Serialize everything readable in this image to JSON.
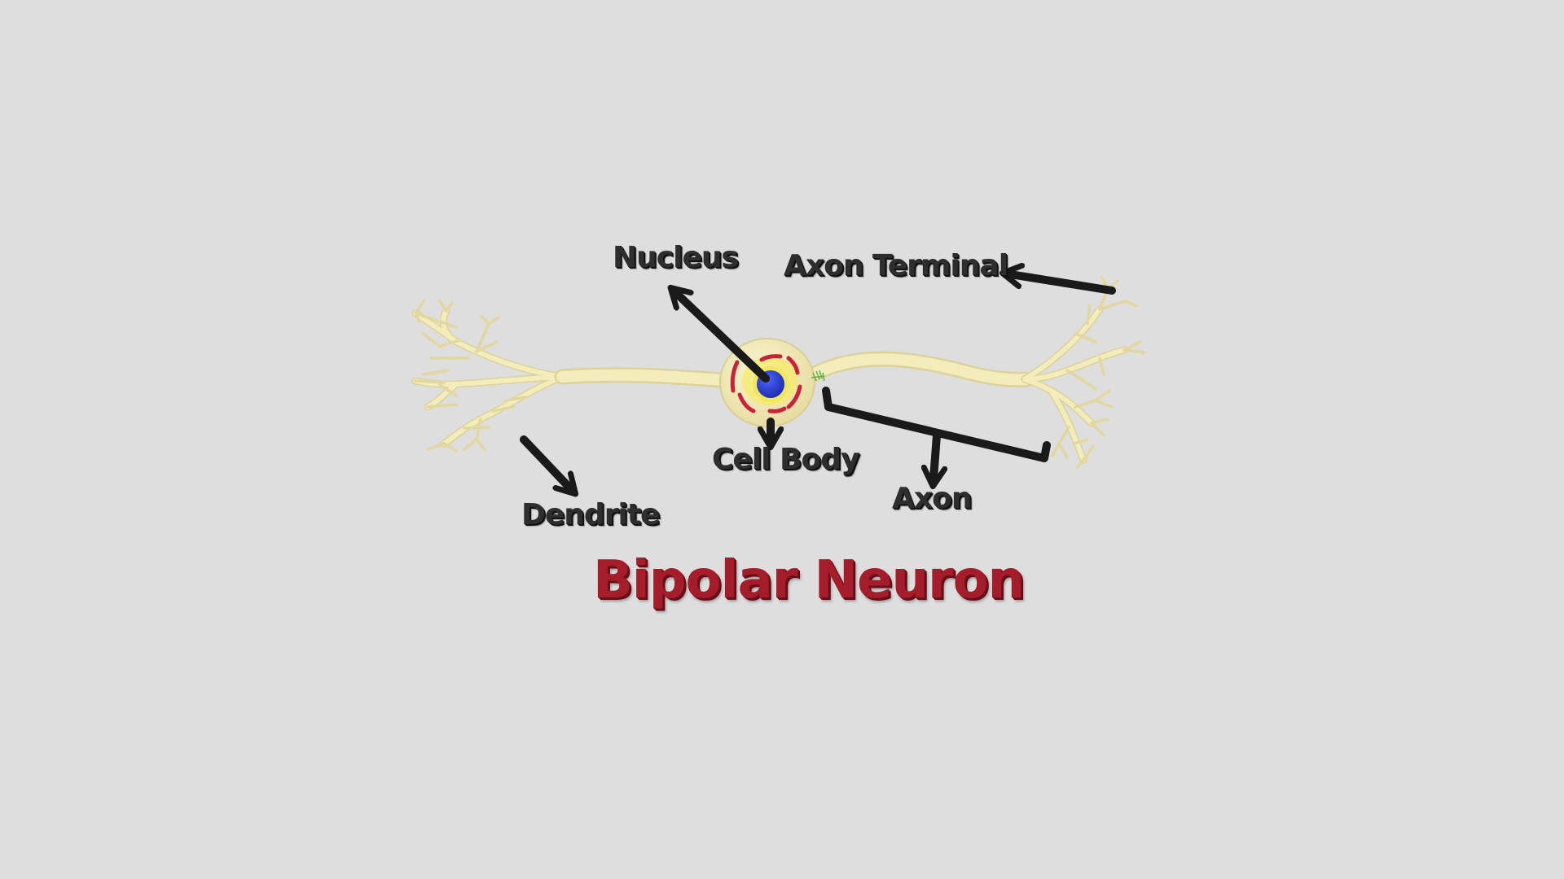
{
  "diagram": {
    "title": "Bipolar Neuron",
    "labels": {
      "nucleus": "Nucleus",
      "axon_terminal": "Axon Terminal",
      "cell_body": "Cell Body",
      "dendrite": "Dendrite",
      "axon": "Axon"
    },
    "colors": {
      "background": "#dedede",
      "neuron": "#f3ecbb",
      "neuron_outline": "#dcd29a",
      "nucleus": "#2b3fd1",
      "nucleus_halo": "#f0e34a",
      "organelle": "#c8233a",
      "arrow": "#1a1a1a",
      "title": "#a51c2b",
      "label_text": "#2e2e2e"
    }
  }
}
